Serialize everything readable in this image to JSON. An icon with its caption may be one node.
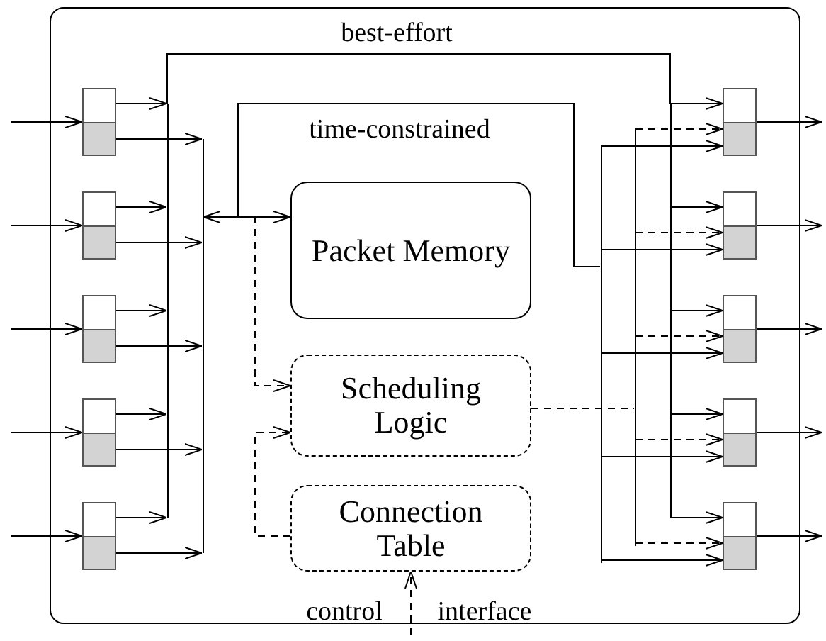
{
  "diagram": {
    "nodes": [
      {
        "text": [],
        "shape": "box"
      },
      {
        "text": [],
        "shape": "box",
        "in": 0
      },
      {
        "text": [],
        "shape": "box",
        "in": 0
      },
      {
        "text": [],
        "shape": "box",
        "in": 0
      },
      {
        "text": [],
        "shape": "box",
        "in": 0
      },
      {
        "text": [],
        "shape": "box",
        "in": 0
      },
      {
        "text": [],
        "shape": "bar",
        "in": 0
      },
      {
        "text": [],
        "shape": "bar",
        "in": 0
      },
      {
        "text": [
          "Packet Memory"
        ],
        "in": 0
      },
      {
        "text": [
          "Scheduling Logic"
        ],
        "in": 0
      },
      {
        "text": [
          "Connection Table"
        ],
        "in": 0
      },
      {
        "text": [],
        "shape": "bar",
        "in": 0
      },
      {
        "text": [],
        "shape": "bar",
        "in": 0
      },
      {
        "text": [],
        "shape": "bar",
        "in": 0
      },
      {
        "text": [],
        "shape": "box",
        "in": 0
      },
      {
        "text": [],
        "shape": "box",
        "in": 0
      },
      {
        "text": [],
        "shape": "box",
        "in": 0
      },
      {
        "text": [],
        "shape": "box",
        "in": 0
      },
      {
        "text": [],
        "shape": "box",
        "in": 0
      }
    ],
    "edges": [
      {
        "from": null,
        "to": 1,
        "arrow": "to"
      },
      {
        "from": null,
        "to": 2,
        "arrow": "to"
      },
      {
        "from": null,
        "to": 3,
        "arrow": "to"
      },
      {
        "from": null,
        "to": 4,
        "arrow": "to"
      },
      {
        "from": null,
        "to": 5,
        "arrow": "to"
      },
      {
        "from": 1,
        "to": 6,
        "arrow": "to"
      },
      {
        "from": 2,
        "to": 6,
        "arrow": "to"
      },
      {
        "from": 3,
        "to": 6,
        "arrow": "to"
      },
      {
        "from": 4,
        "to": 6,
        "arrow": "to"
      },
      {
        "from": 5,
        "to": 6,
        "arrow": "to"
      },
      {
        "from": 1,
        "to": 7,
        "arrow": "to"
      },
      {
        "from": 2,
        "to": 7,
        "arrow": "to"
      },
      {
        "from": 3,
        "to": 7,
        "arrow": "to"
      },
      {
        "from": 4,
        "to": 7,
        "arrow": "to"
      },
      {
        "from": 5,
        "to": 7,
        "arrow": "to"
      },
      {
        "from": 6,
        "to": 13,
        "arrow": "none",
        "label": "best-effort"
      },
      {
        "from": 7,
        "to": 8,
        "arrow": "both"
      },
      {
        "from": 7,
        "to": 11,
        "arrow": "none",
        "label": "time-constrained"
      },
      {
        "from": 7,
        "to": 9,
        "arrow": "to",
        "style": "dashed"
      },
      {
        "from": 10,
        "to": 9,
        "arrow": "to",
        "style": "dashed"
      },
      {
        "from": 9,
        "to": 12,
        "arrow": "none",
        "style": "dashed"
      },
      {
        "from": 13,
        "to": 14,
        "arrow": "to"
      },
      {
        "from": 13,
        "to": 15,
        "arrow": "to"
      },
      {
        "from": 13,
        "to": 16,
        "arrow": "to"
      },
      {
        "from": 13,
        "to": 17,
        "arrow": "to"
      },
      {
        "from": 13,
        "to": 18,
        "arrow": "to"
      },
      {
        "from": 11,
        "to": 14,
        "arrow": "to"
      },
      {
        "from": 11,
        "to": 15,
        "arrow": "to"
      },
      {
        "from": 11,
        "to": 16,
        "arrow": "to"
      },
      {
        "from": 11,
        "to": 17,
        "arrow": "to"
      },
      {
        "from": 11,
        "to": 18,
        "arrow": "to"
      },
      {
        "from": 12,
        "to": 14,
        "arrow": "to",
        "style": "dashed"
      },
      {
        "from": 12,
        "to": 15,
        "arrow": "to",
        "style": "dashed"
      },
      {
        "from": 12,
        "to": 16,
        "arrow": "to",
        "style": "dashed"
      },
      {
        "from": 12,
        "to": 17,
        "arrow": "to",
        "style": "dashed"
      },
      {
        "from": 12,
        "to": 18,
        "arrow": "to",
        "style": "dashed"
      },
      {
        "from": 14,
        "to": null,
        "arrow": "to"
      },
      {
        "from": 15,
        "to": null,
        "arrow": "to"
      },
      {
        "from": 16,
        "to": null,
        "arrow": "to"
      },
      {
        "from": 17,
        "to": null,
        "arrow": "to"
      },
      {
        "from": 18,
        "to": null,
        "arrow": "to"
      },
      {
        "from": null,
        "to": 10,
        "arrow": "to",
        "style": "dashed"
      }
    ],
    "labels": [
      "control",
      "interface"
    ]
  }
}
